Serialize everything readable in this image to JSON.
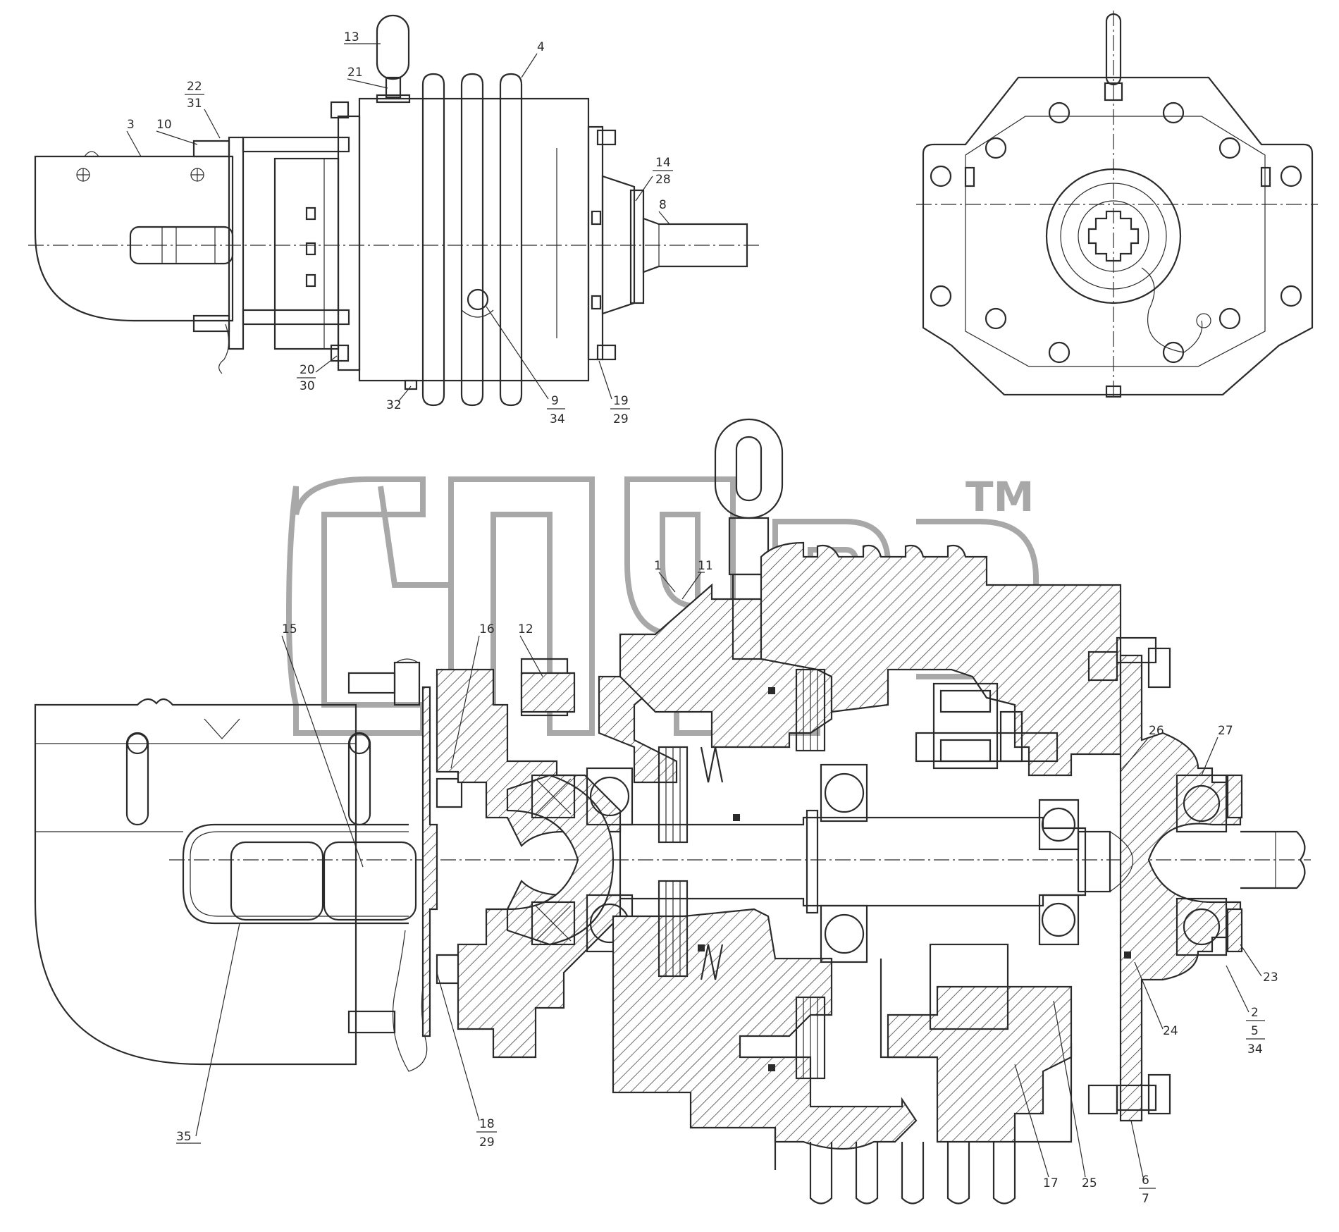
{
  "watermark": {
    "tm": "TM"
  },
  "callouts": {
    "top_view": [
      {
        "id": "c13",
        "text": "13"
      },
      {
        "id": "c21",
        "text": "21"
      },
      {
        "id": "c4",
        "text": "4"
      },
      {
        "id": "c22",
        "text": "22"
      },
      {
        "id": "c31a",
        "text": "31"
      },
      {
        "id": "c3",
        "text": "3"
      },
      {
        "id": "c10",
        "text": "10"
      },
      {
        "id": "c14",
        "text": "14"
      },
      {
        "id": "c28",
        "text": "28"
      },
      {
        "id": "c8",
        "text": "8"
      },
      {
        "id": "c20",
        "text": "20"
      },
      {
        "id": "c30",
        "text": "30"
      },
      {
        "id": "c32",
        "text": "32"
      },
      {
        "id": "c9",
        "text": "9"
      },
      {
        "id": "c34a",
        "text": "34"
      },
      {
        "id": "c19",
        "text": "19"
      },
      {
        "id": "c29a",
        "text": "29"
      }
    ],
    "section": [
      {
        "id": "c1",
        "text": "1"
      },
      {
        "id": "c11",
        "text": "11"
      },
      {
        "id": "c15",
        "text": "15"
      },
      {
        "id": "c16",
        "text": "16"
      },
      {
        "id": "c12",
        "text": "12"
      },
      {
        "id": "c26",
        "text": "26"
      },
      {
        "id": "c27",
        "text": "27"
      },
      {
        "id": "c23",
        "text": "23"
      },
      {
        "id": "c2",
        "text": "2"
      },
      {
        "id": "c5",
        "text": "5"
      },
      {
        "id": "c34b",
        "text": "34"
      },
      {
        "id": "c24",
        "text": "24"
      },
      {
        "id": "c35",
        "text": "35"
      },
      {
        "id": "c18",
        "text": "18"
      },
      {
        "id": "c29b",
        "text": "29"
      },
      {
        "id": "c17",
        "text": "17"
      },
      {
        "id": "c25",
        "text": "25"
      },
      {
        "id": "c6",
        "text": "6"
      },
      {
        "id": "c7",
        "text": "7"
      }
    ]
  }
}
